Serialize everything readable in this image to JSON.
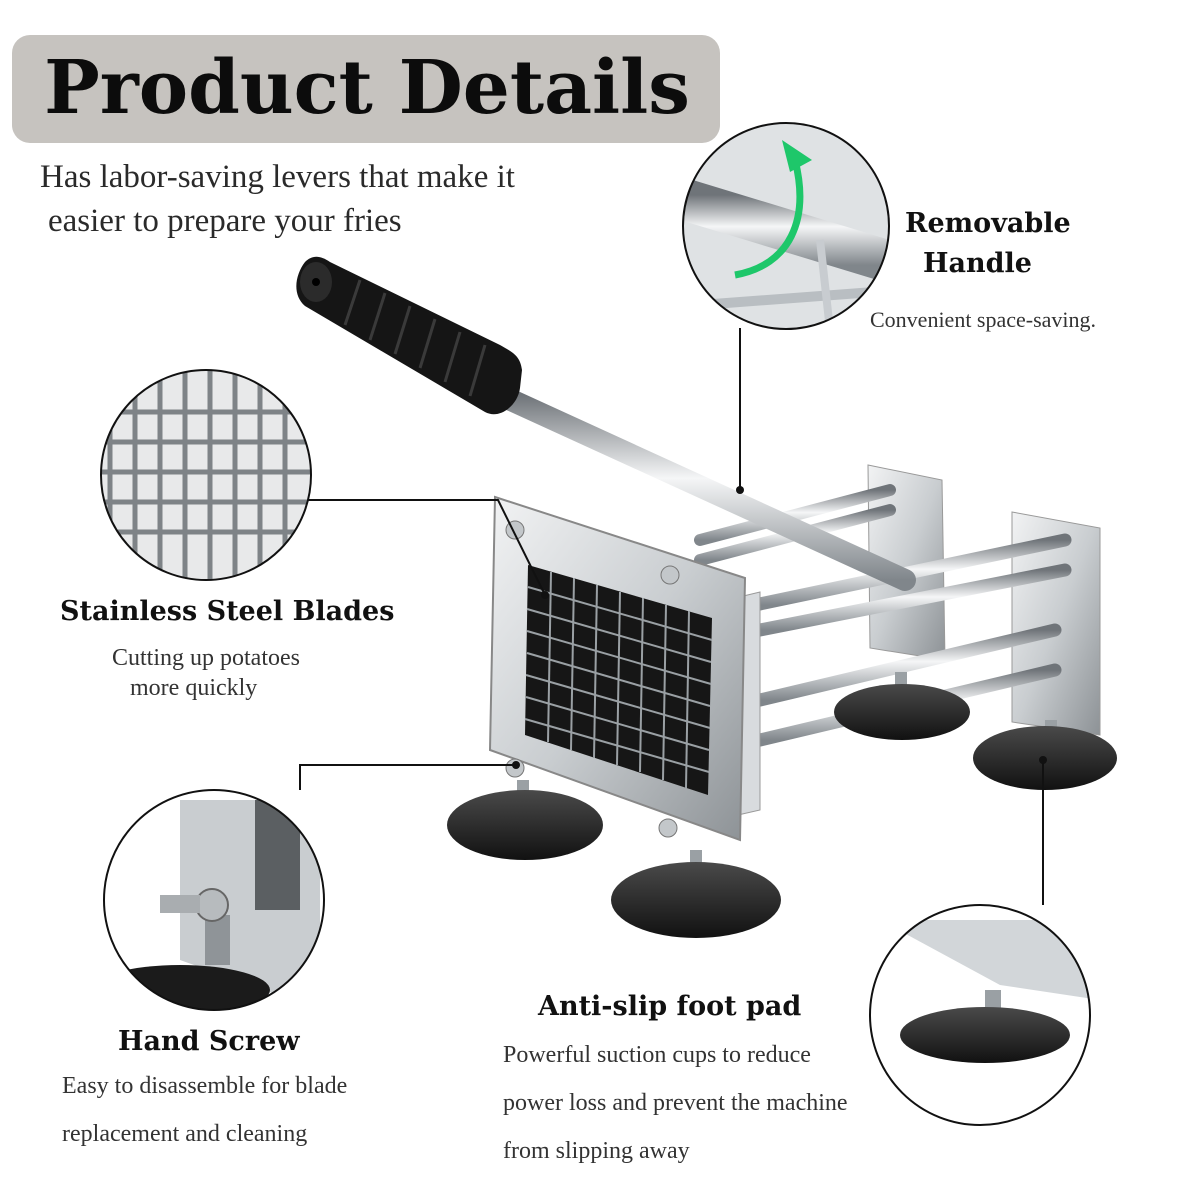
{
  "title": "Product Details",
  "subtitle_line1": "Has labor-saving levers that make it",
  "subtitle_line2": "easier to prepare your fries",
  "features": {
    "handle": {
      "heading_line1": "Removable",
      "heading_line2": "Handle",
      "description": "Convenient space-saving."
    },
    "blades": {
      "heading": "Stainless Steel Blades",
      "description_line1": "Cutting up potatoes",
      "description_line2": "more quickly"
    },
    "screw": {
      "heading": "Hand Screw",
      "description_line1": "Easy to disassemble for blade",
      "description_line2": "replacement and cleaning"
    },
    "foot": {
      "heading": "Anti-slip foot pad",
      "description_line1": "Powerful suction cups to reduce",
      "description_line2": "power loss and prevent the machine",
      "description_line3": "from slipping away"
    }
  },
  "colors": {
    "title_bg": "#c6c3bf",
    "accent_arrow": "#1ec76a",
    "steel": "#cfd3d6",
    "rubber": "#1c1c1c"
  }
}
